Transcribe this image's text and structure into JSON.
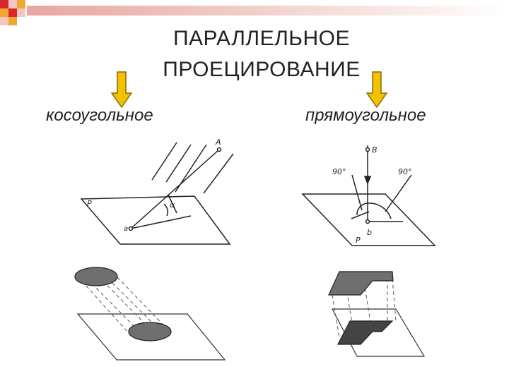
{
  "title": {
    "line1": "ПАРАЛЛЕЛЬНОЕ",
    "line2": "ПРОЕЦИРОВАНИЕ"
  },
  "labels": {
    "oblique": "косоугольное",
    "orthogonal": "прямоугольное"
  },
  "left_diagram": {
    "plane": "P",
    "point_top": "A",
    "point_bottom": "a",
    "angle": "α"
  },
  "right_diagram": {
    "plane": "P",
    "point_top": "B",
    "point_bottom": "b",
    "angle_left": "90°",
    "angle_right": "90°"
  },
  "colors": {
    "arrow_fill": "#f2c200",
    "arrow_stroke": "#8a6a00",
    "shape_fill": "#6f6f6f",
    "deco_red": "#d8282d",
    "deco_orange": "#f0a830",
    "deco_pink": "#f3c8c0"
  }
}
